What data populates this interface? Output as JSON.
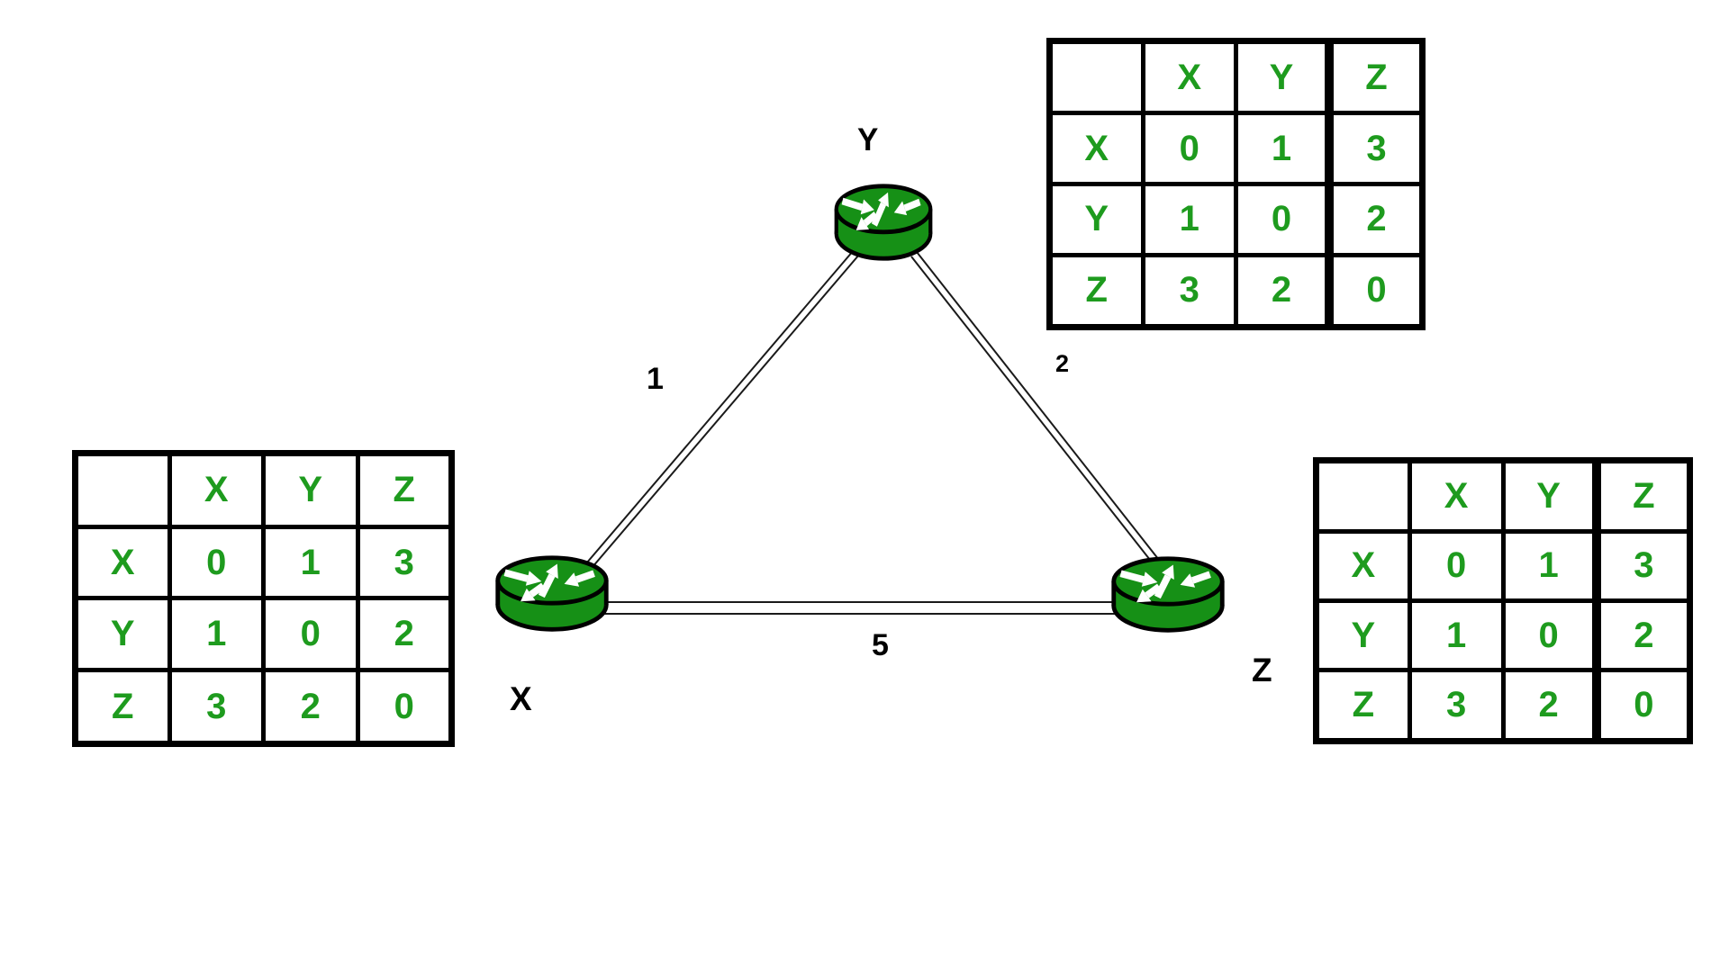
{
  "colors": {
    "text_green": "#1e9b1e",
    "router_fill": "#169016",
    "line_black": "#1a1a1a",
    "border_black": "#000000",
    "background": "#ffffff"
  },
  "icons": {
    "router": "router-cylinder-icon"
  },
  "nodes": {
    "x": {
      "label": "X"
    },
    "y": {
      "label": "Y"
    },
    "z": {
      "label": "Z"
    }
  },
  "links": {
    "xy": {
      "from": "X",
      "to": "Y",
      "cost": "1"
    },
    "yz": {
      "from": "Y",
      "to": "Z",
      "cost": "2"
    },
    "xz": {
      "from": "X",
      "to": "Z",
      "cost": "5"
    }
  },
  "tables": {
    "x": {
      "owner": "X",
      "headers": [
        "",
        "X",
        "Y",
        "Z"
      ],
      "rows": [
        {
          "label": "X",
          "cells": [
            "0",
            "1",
            "3"
          ]
        },
        {
          "label": "Y",
          "cells": [
            "1",
            "0",
            "2"
          ]
        },
        {
          "label": "Z",
          "cells": [
            "3",
            "2",
            "0"
          ]
        }
      ]
    },
    "y": {
      "owner": "Y",
      "headers": [
        "",
        "X",
        "Y",
        "Z"
      ],
      "rows": [
        {
          "label": "X",
          "cells": [
            "0",
            "1",
            "3"
          ]
        },
        {
          "label": "Y",
          "cells": [
            "1",
            "0",
            "2"
          ]
        },
        {
          "label": "Z",
          "cells": [
            "3",
            "2",
            "0"
          ]
        }
      ]
    },
    "z": {
      "owner": "Z",
      "headers": [
        "",
        "X",
        "Y",
        "Z"
      ],
      "rows": [
        {
          "label": "X",
          "cells": [
            "0",
            "1",
            "3"
          ]
        },
        {
          "label": "Y",
          "cells": [
            "1",
            "0",
            "2"
          ]
        },
        {
          "label": "Z",
          "cells": [
            "3",
            "2",
            "0"
          ]
        }
      ]
    }
  }
}
